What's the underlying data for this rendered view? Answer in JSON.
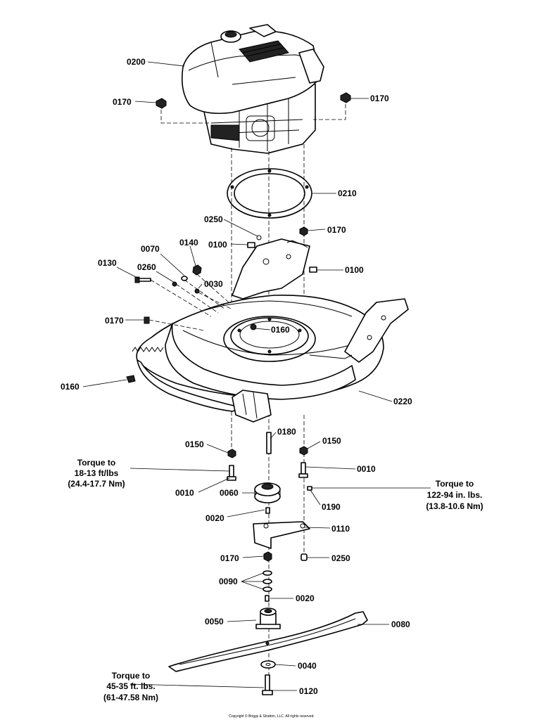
{
  "labels": [
    {
      "id": "lbl-0200-engine",
      "text": "0200"
    },
    {
      "id": "lbl-0170-left-nut",
      "text": "0170"
    },
    {
      "id": "lbl-0170-right-nut",
      "text": "0170"
    },
    {
      "id": "lbl-0210-gasket",
      "text": "0210"
    },
    {
      "id": "lbl-0250-top",
      "text": "0250"
    },
    {
      "id": "lbl-0170-deck-nut",
      "text": "0170"
    },
    {
      "id": "lbl-0100-left",
      "text": "0100"
    },
    {
      "id": "lbl-0100-right",
      "text": "0100"
    },
    {
      "id": "lbl-0070",
      "text": "0070"
    },
    {
      "id": "lbl-0140",
      "text": "0140"
    },
    {
      "id": "lbl-0130",
      "text": "0130"
    },
    {
      "id": "lbl-0260",
      "text": "0260"
    },
    {
      "id": "lbl-0030",
      "text": "0030"
    },
    {
      "id": "lbl-0170-spring",
      "text": "0170"
    },
    {
      "id": "lbl-0160-center",
      "text": "0160"
    },
    {
      "id": "lbl-0160-left",
      "text": "0160"
    },
    {
      "id": "lbl-0220-deck",
      "text": "0220"
    },
    {
      "id": "lbl-0180",
      "text": "0180"
    },
    {
      "id": "lbl-0150-left",
      "text": "0150"
    },
    {
      "id": "lbl-0150-right",
      "text": "0150"
    },
    {
      "id": "lbl-0010-left",
      "text": "0010"
    },
    {
      "id": "lbl-0010-right",
      "text": "0010"
    },
    {
      "id": "lbl-0060",
      "text": "0060"
    },
    {
      "id": "lbl-0190",
      "text": "0190"
    },
    {
      "id": "lbl-0020-upper",
      "text": "0020"
    },
    {
      "id": "lbl-0110",
      "text": "0110"
    },
    {
      "id": "lbl-0170-lower",
      "text": "0170"
    },
    {
      "id": "lbl-0250-lower",
      "text": "0250"
    },
    {
      "id": "lbl-0090",
      "text": "0090"
    },
    {
      "id": "lbl-0020-lower",
      "text": "0020"
    },
    {
      "id": "lbl-0050",
      "text": "0050"
    },
    {
      "id": "lbl-0080",
      "text": "0080"
    },
    {
      "id": "lbl-0040",
      "text": "0040"
    },
    {
      "id": "lbl-0120",
      "text": "0120"
    }
  ],
  "torque_notes": {
    "left_bolts": [
      "Torque to",
      "18-13 ft/lbs",
      "(24.4-17.7 Nm)"
    ],
    "right_bolt": [
      "Torque to",
      "122-94 in. lbs.",
      "(13.8-10.6 Nm)"
    ],
    "blade_bolt": [
      "Torque to",
      "45-35 ft. lbs.",
      "(61-47.58 Nm)"
    ]
  },
  "copyright": "Copyright © Briggs & Stratton, LLC. All rights reserved."
}
